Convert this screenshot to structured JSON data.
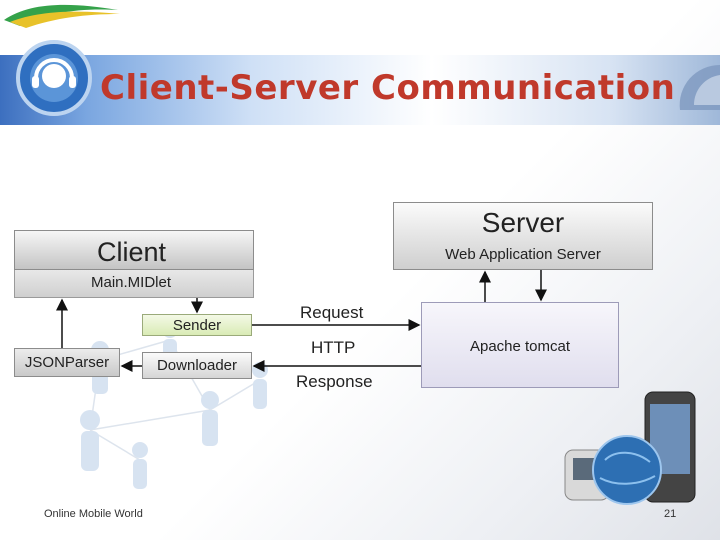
{
  "slide": {
    "title": "Client-Server Communication",
    "footer_left": "Online Mobile World",
    "page_number": "21"
  },
  "diagram": {
    "client": {
      "title": "Client",
      "subtitle": "Main.MIDlet"
    },
    "server": {
      "title": "Server",
      "subtitle": "Web Application Server"
    },
    "tomcat": {
      "label": "Apache tomcat"
    },
    "sender": {
      "label": "Sender"
    },
    "downloader": {
      "label": "Downloader"
    },
    "json_parser": {
      "label": "JSONParser"
    },
    "request_label": "Request",
    "protocol_label": "HTTP",
    "response_label": "Response"
  },
  "colors": {
    "title": "#c0392b",
    "band": "#3c6fbf",
    "sender_fill": "#d9ebb5",
    "tomcat_fill": "#e0deee"
  },
  "icons": [
    "headset-avatar-logo-icon",
    "people-network-icon",
    "mobile-phones-globe-icon"
  ]
}
